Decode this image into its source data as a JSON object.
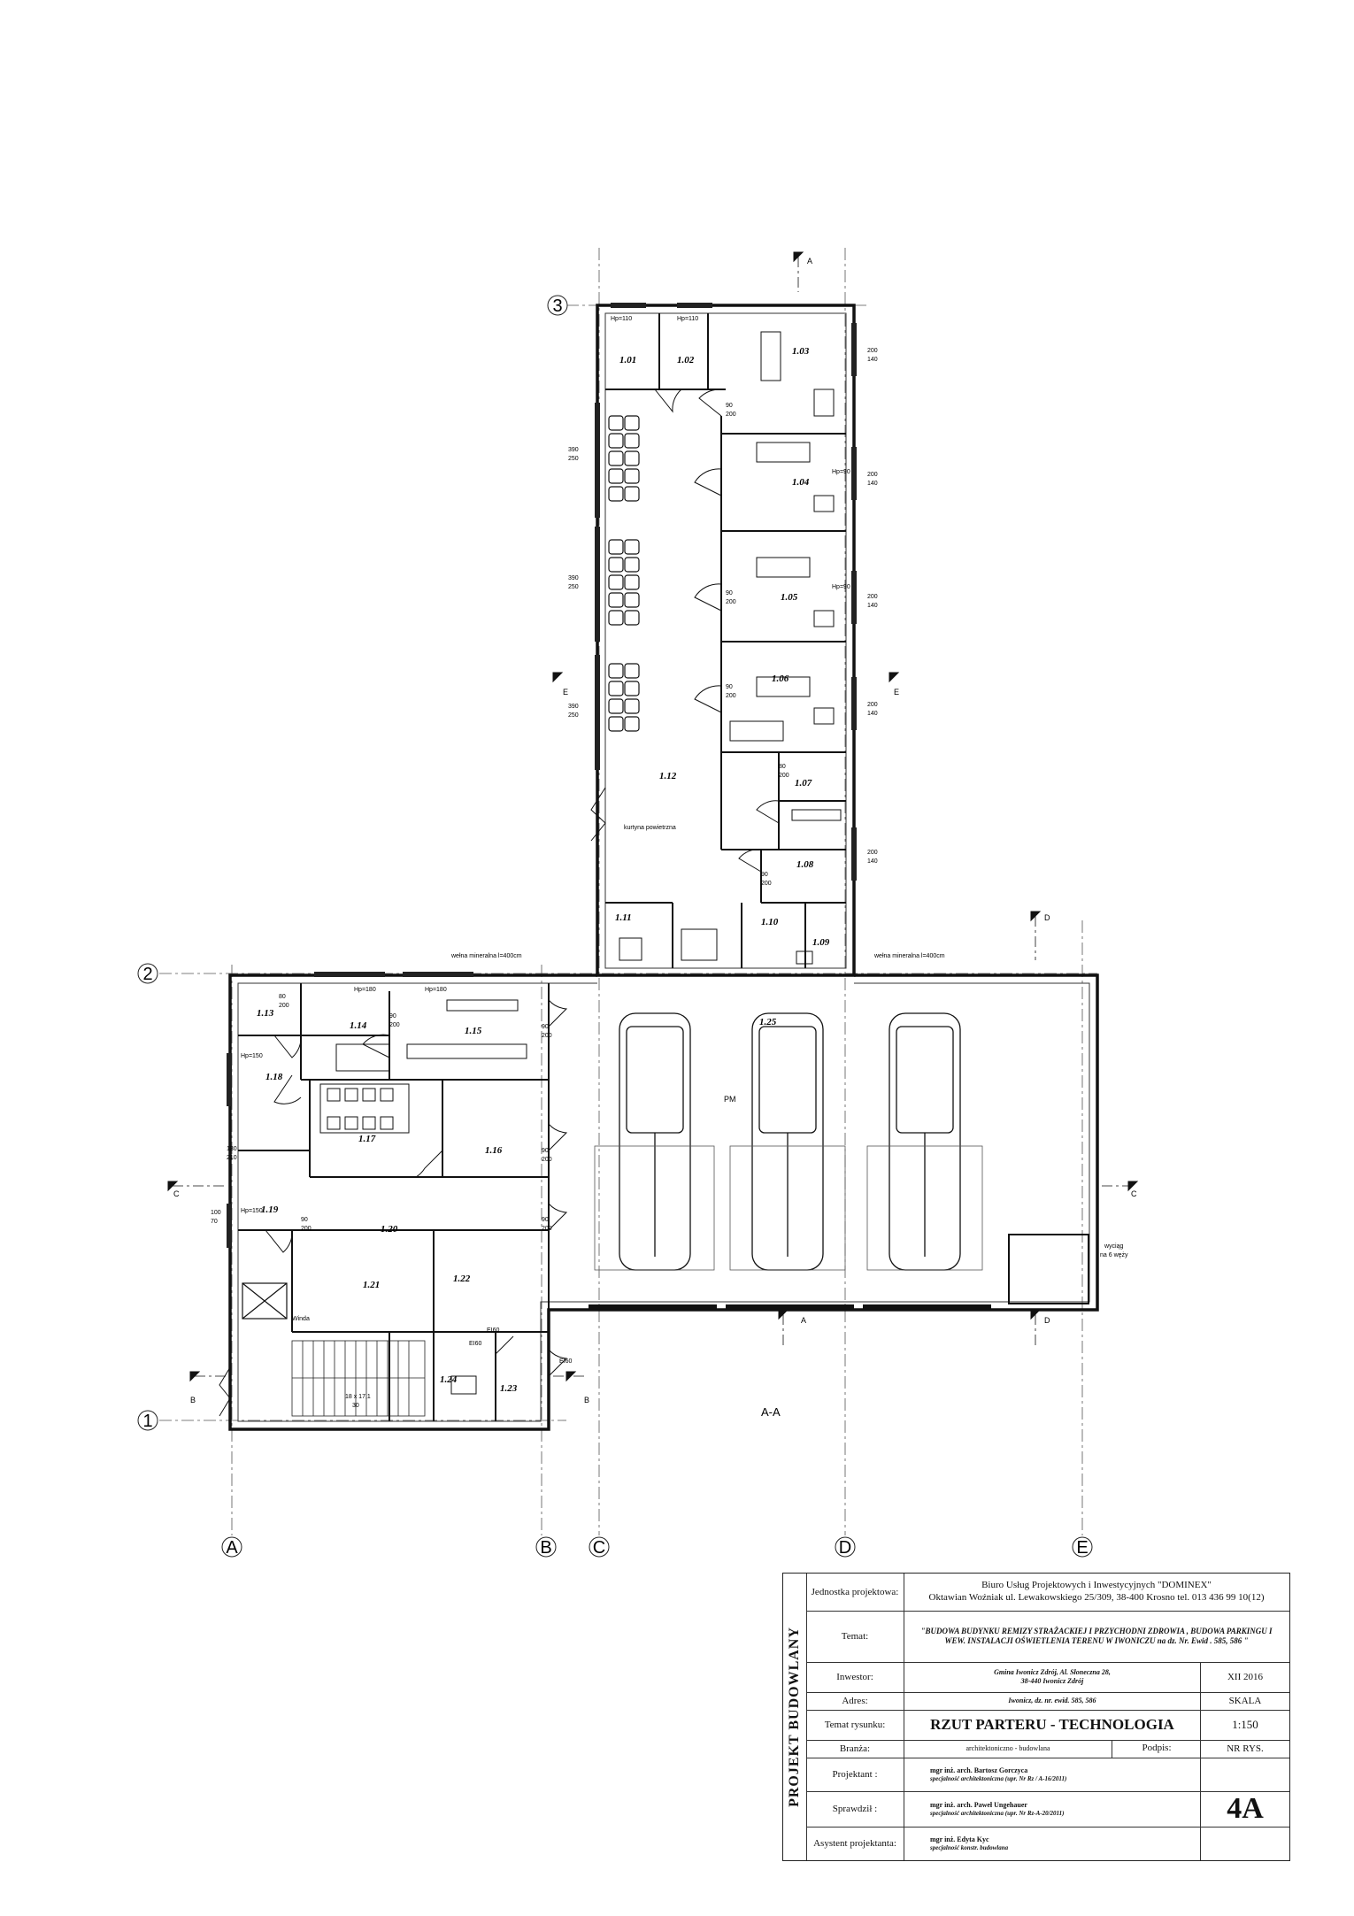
{
  "axes": {
    "rows": [
      "3",
      "2",
      "1"
    ],
    "cols": [
      "A",
      "B",
      "C",
      "D",
      "E"
    ]
  },
  "section_marks": {
    "A": "A",
    "B": "B",
    "C": "C",
    "D": "D",
    "E": "E",
    "AA": "A-A"
  },
  "rooms": [
    "1.01",
    "1.02",
    "1.03",
    "1.04",
    "1.05",
    "1.06",
    "1.07",
    "1.08",
    "1.09",
    "1.10",
    "1.11",
    "1.12",
    "1.13",
    "1.14",
    "1.15",
    "1.16",
    "1.17",
    "1.18",
    "1.19",
    "1.20",
    "1.21",
    "1.22",
    "1.23",
    "1.24",
    "1.25"
  ],
  "annotations": {
    "pm": "PM",
    "kurtyna": "kurtyna powietrzna",
    "welna": "wełna mineralna l=400cm",
    "wyciag1": "wyciąg",
    "wyciag2": "na 6 węży",
    "winda": "Winda",
    "stairs1": "18 x 17,1",
    "stairs2": "30",
    "ei60": "EI60",
    "hp180": "Hp=180",
    "hp110": "Hp=110",
    "hp150": "Hp=150",
    "hp90": "Hp=90"
  },
  "window_dims": {
    "w_200_140": [
      "200",
      "140"
    ],
    "w_390_250": [
      "390",
      "250"
    ],
    "d_90_200": [
      "90",
      "200"
    ],
    "d_80_200": [
      "80",
      "200"
    ],
    "w_130_210": [
      "130",
      "210"
    ],
    "w_100_70": [
      "100",
      "70"
    ]
  },
  "title_block": {
    "side_title": "PROJEKT BUDOWLANY",
    "jednostka_label": "Jednostka projektowa:",
    "jednostka_line1": "Biuro Usług Projektowych i Inwestycyjnych \"DOMINEX\"",
    "jednostka_line2": "Oktawian Woźniak ul. Lewakowskiego 25/309, 38-400 Krosno tel. 013 436 99 10(12)",
    "temat_label": "Temat:",
    "temat_line1": "\"BUDOWA BUDYNKU REMIZY STRAŻACKIEJ I PRZYCHODNI ZDROWIA , BUDOWA PARKINGU I",
    "temat_line2": "WEW. INSTALACJI OŚWIETLENIA TERENU W IWONICZU na dz. Nr. Ewid . 585, 586 \"",
    "inwestor_label": "Inwestor:",
    "inwestor_line1": "Gmina Iwonicz Zdrój, Al. Słoneczna 28,",
    "inwestor_line2": "38-440 Iwonicz Zdrój",
    "date": "XII 2016",
    "adres_label": "Adres:",
    "adres_value": "Iwonicz, dz. nr. ewid. 585, 586",
    "skala_label": "SKALA",
    "skala_value": "1:150",
    "temat_rys_label": "Temat rysunku:",
    "temat_rys_value": "RZUT PARTERU - TECHNOLOGIA",
    "branza_label": "Branża:",
    "branza_value": "architektoniczno - budowlana",
    "podpis_label": "Podpis:",
    "nr_rys_label": "NR RYS.",
    "nr_rys_value": "4A",
    "projektant_label": "Projektant :",
    "projektant_name": "mgr inż. arch. Bartosz Gorczyca",
    "projektant_spec": "specjalność architektoniczna (upr. Nr Rz / A-16/2011)",
    "sprawdzil_label": "Sprawdził :",
    "sprawdzil_name": "mgr inż. arch. Paweł Ungehauer",
    "sprawdzil_spec": "specjalność architektoniczna (upr. Nr Rz-A-20/2011)",
    "asystent_label": "Asystent projektanta:",
    "asystent_name": "mgr inż. Edyta Kyc",
    "asystent_spec": "specjalność konstr. budowlana"
  }
}
